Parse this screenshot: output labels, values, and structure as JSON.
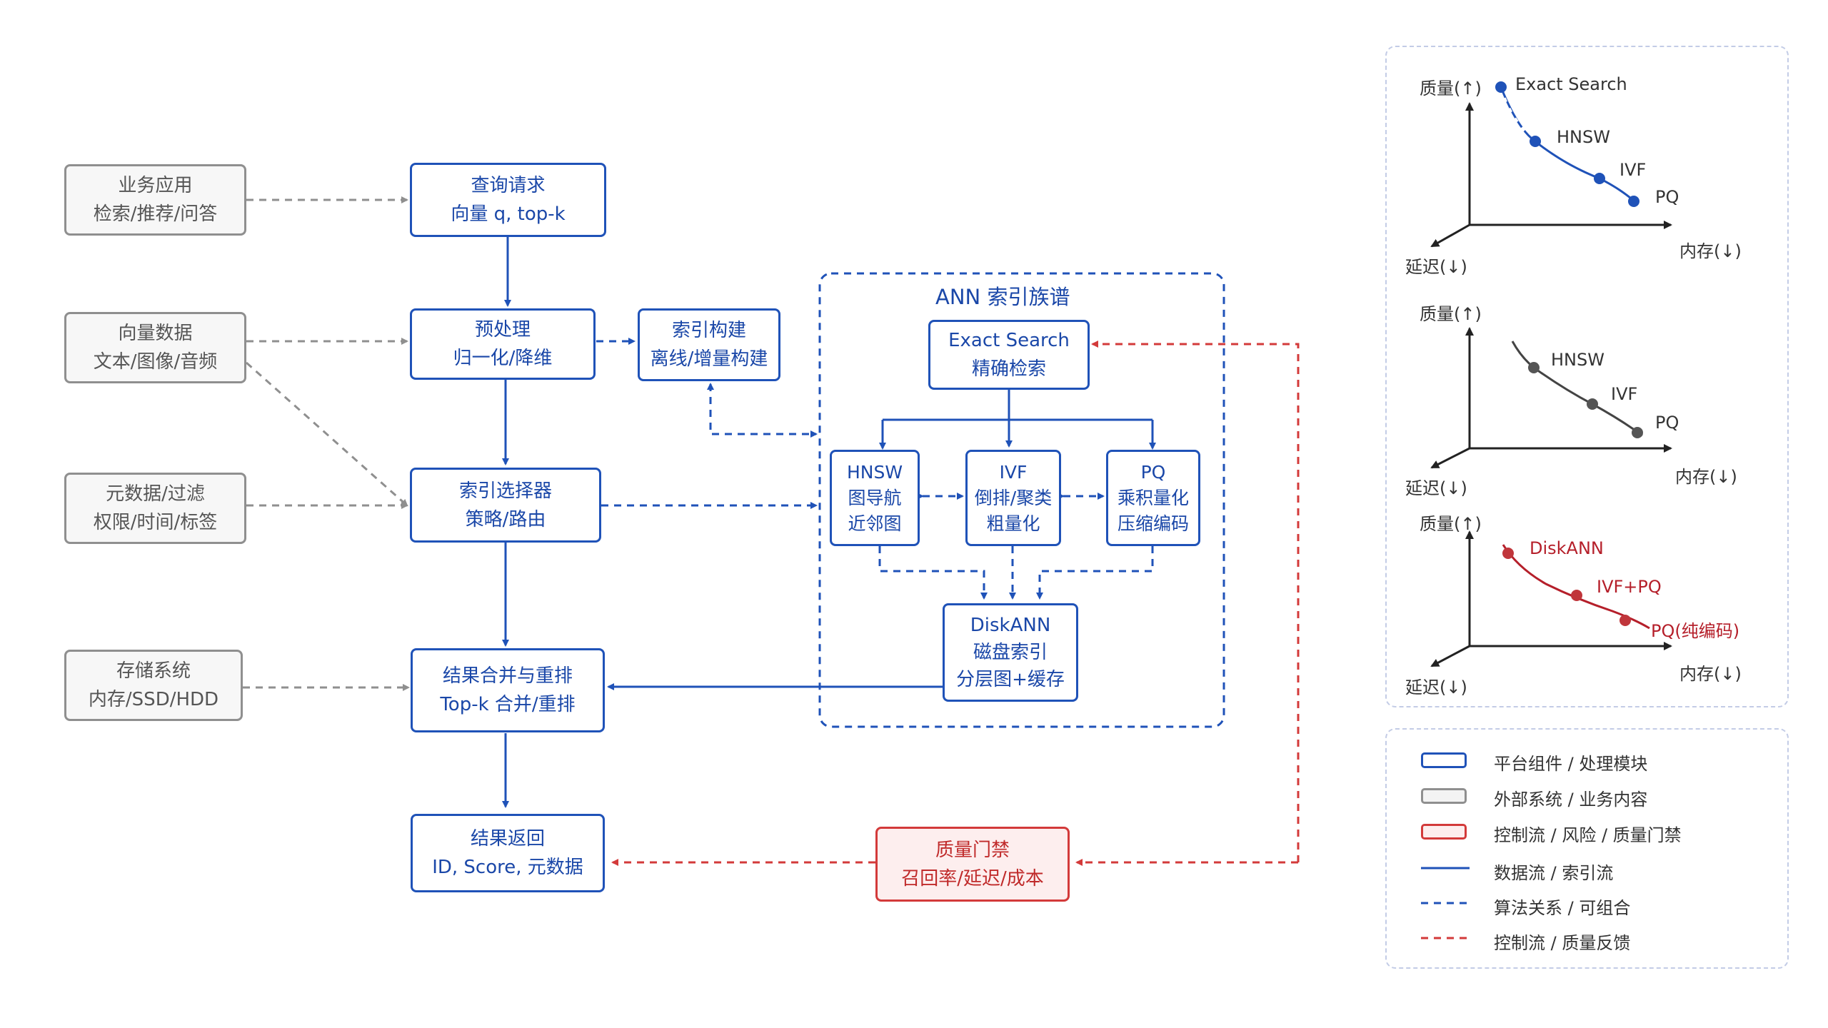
{
  "nodes": {
    "biz": {
      "l1": "业务应用",
      "l2": "检索/推荐/问答"
    },
    "vec": {
      "l1": "向量数据",
      "l2": "文本/图像/音频"
    },
    "meta": {
      "l1": "元数据/过滤",
      "l2": "权限/时间/标签"
    },
    "store": {
      "l1": "存储系统",
      "l2": "内存/SSD/HDD"
    },
    "query": {
      "l1": "查询请求",
      "l2": "向量 q, top-k"
    },
    "pre": {
      "l1": "预处理",
      "l2": "归一化/降维"
    },
    "build": {
      "l1": "索引构建",
      "l2": "离线/增量构建"
    },
    "sel": {
      "l1": "索引选择器",
      "l2": "策略/路由"
    },
    "merge": {
      "l1": "结果合并与重排",
      "l2": "Top-k 合并/重排"
    },
    "ret": {
      "l1": "结果返回",
      "l2": "ID, Score, 元数据"
    },
    "gate": {
      "l1": "质量门禁",
      "l2": "召回率/延迟/成本"
    }
  },
  "ann": {
    "title": "ANN 索引族谱",
    "exact": {
      "l1": "Exact Search",
      "l2": "精确检索"
    },
    "hnsw": {
      "l1": "HNSW",
      "l2": "图导航",
      "l3": "近邻图"
    },
    "ivf": {
      "l1": "IVF",
      "l2": "倒排/聚类",
      "l3": "粗量化"
    },
    "pq": {
      "l1": "PQ",
      "l2": "乘积量化",
      "l3": "压缩编码"
    },
    "disk": {
      "l1": "DiskANN",
      "l2": "磁盘索引",
      "l3": "分层图+缓存"
    }
  },
  "charts": {
    "c1": {
      "quality": "质量(↑)",
      "latency": "延迟(↓)",
      "memory": "内存(↓)",
      "color": "#1f52b8",
      "points": [
        "Exact Search",
        "HNSW",
        "IVF",
        "PQ"
      ]
    },
    "c2": {
      "quality": "质量(↑)",
      "latency": "延迟(↓)",
      "memory": "内存(↓)",
      "color": "#555555",
      "points": [
        "HNSW",
        "IVF",
        "PQ"
      ]
    },
    "c3": {
      "quality": "质量(↑)",
      "latency": "延迟(↓)",
      "memory": "内存(↓)",
      "color": "#b51f2a",
      "points": [
        "DiskANN",
        "IVF+PQ",
        "PQ(纯编码)"
      ]
    }
  },
  "legend": {
    "items": [
      {
        "label": "平台组件 / 处理模块",
        "kind": "box",
        "color": "#1f52b8"
      },
      {
        "label": "外部系统 / 业务内容",
        "kind": "box",
        "color": "#8f8f8f"
      },
      {
        "label": "控制流 / 风险 / 质量门禁",
        "kind": "box",
        "color": "#d33a3a"
      },
      {
        "label": "数据流 / 索引流",
        "kind": "solid",
        "color": "#1f52b8"
      },
      {
        "label": "算法关系 / 可组合",
        "kind": "dashed",
        "color": "#1f52b8"
      },
      {
        "label": "控制流 / 质量反馈",
        "kind": "dashed",
        "color": "#d33a3a"
      }
    ]
  }
}
